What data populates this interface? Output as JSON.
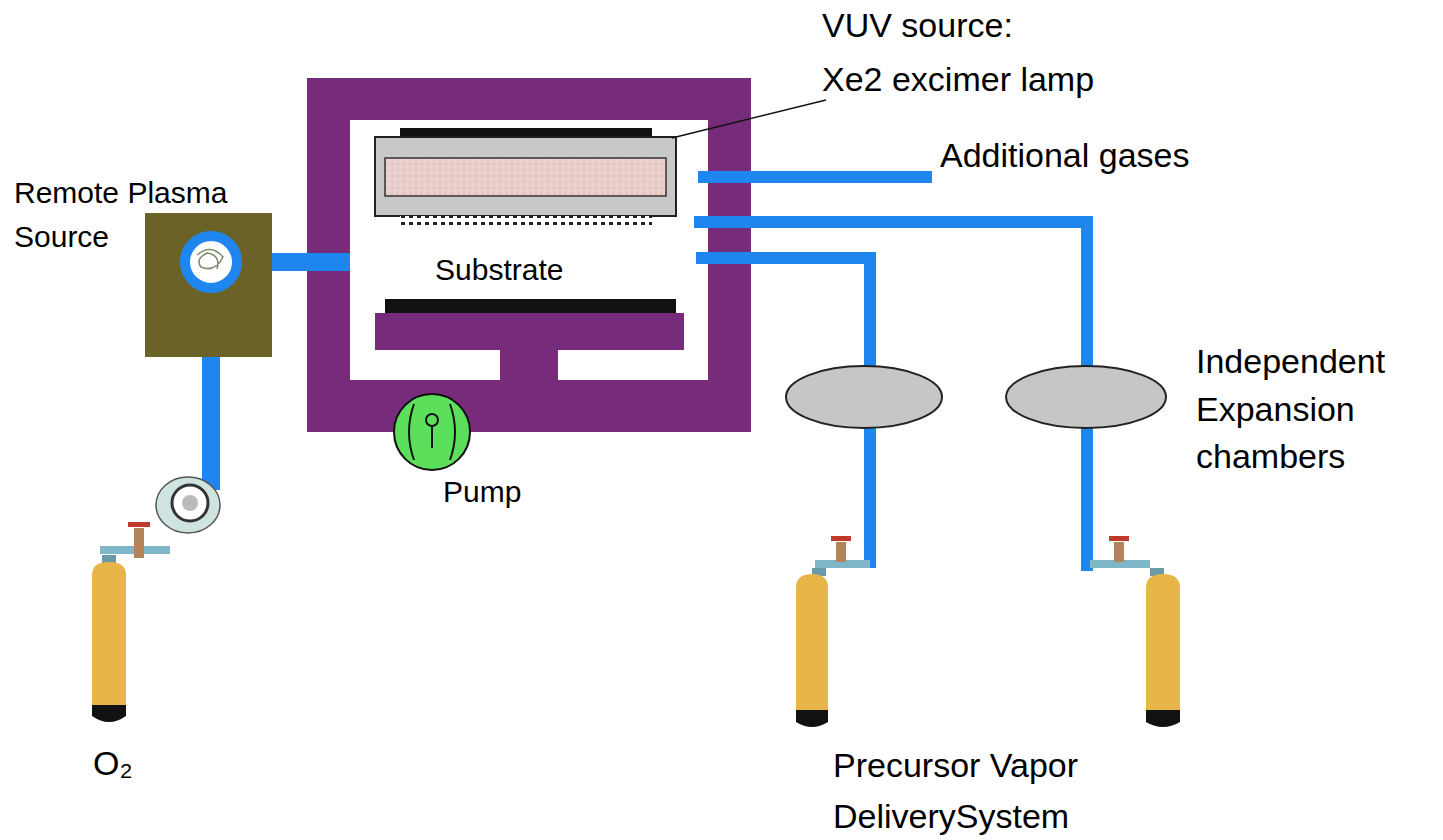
{
  "diagram": {
    "nodes": [
      {
        "text": [
          "Remote Plasma Source"
        ]
      }
    ],
    "labels": [
      "VUV source:",
      "Xe2 excimer lamp",
      "Additional gases",
      "Substrate",
      "Pump",
      "Independent Expansion chambers",
      "O₂",
      "Precursor Vapor DeliverySystem"
    ]
  }
}
